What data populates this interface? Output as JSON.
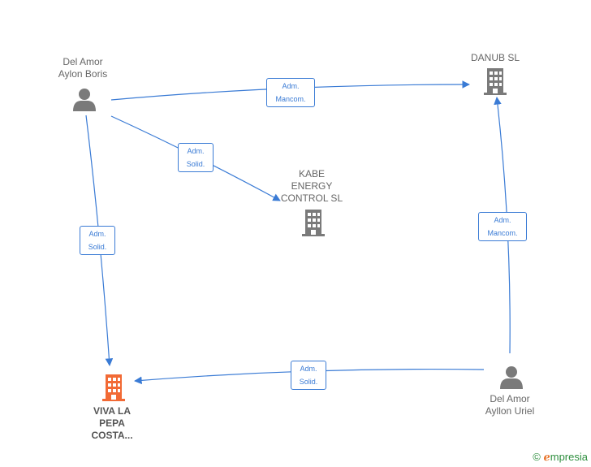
{
  "nodes": {
    "del_amor_boris": {
      "lines": [
        "Del Amor",
        "Aylon Boris"
      ],
      "type": "person"
    },
    "danub": {
      "lines": [
        "DANUB  SL"
      ],
      "type": "company"
    },
    "kabe": {
      "lines": [
        "KABE",
        "ENERGY",
        "CONTROL  SL"
      ],
      "type": "company"
    },
    "viva_la_pepa": {
      "lines": [
        "VIVA LA",
        "PEPA",
        "COSTA..."
      ],
      "type": "company-main"
    },
    "del_amor_uriel": {
      "lines": [
        "Del Amor",
        "Ayllon Uriel"
      ],
      "type": "person"
    }
  },
  "edges": [
    {
      "lines": [
        "Adm.",
        "Mancom."
      ]
    },
    {
      "lines": [
        "Adm.",
        "Solid."
      ]
    },
    {
      "lines": [
        "Adm.",
        "Solid."
      ]
    },
    {
      "lines": [
        "Adm.",
        "Mancom."
      ]
    },
    {
      "lines": [
        "Adm.",
        "Solid."
      ]
    }
  ],
  "footer": {
    "copyright_symbol": "©",
    "brand_e": "ℯ",
    "brand_rest": "mpresia"
  },
  "colors": {
    "edge": "#3a7bd5",
    "icon_gray": "#7a7a7a",
    "icon_main": "#f26a35"
  }
}
